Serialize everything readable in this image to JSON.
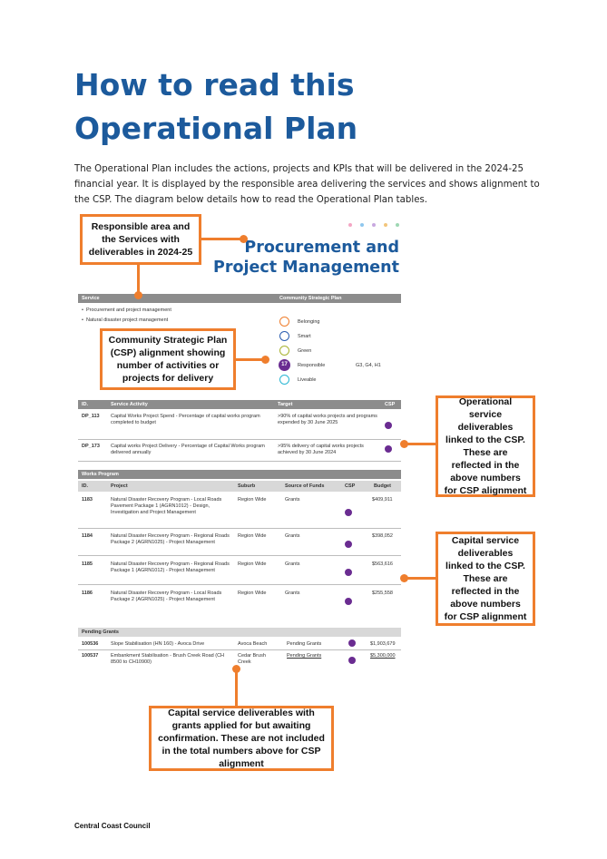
{
  "title": "How to read this Operational Plan",
  "intro": "The Operational Plan includes the actions, projects and KPIs that will be delivered in the 2024-25 financial year. It is displayed by the responsible area delivering the services and shows alignment to the CSP. The diagram below details how to read the Operational Plan tables.",
  "callouts": {
    "responsible": "Responsible area and the Services with deliverables in 2024-25",
    "csp": "Community Strategic Plan (CSP) alignment showing number of activities or projects for delivery",
    "operational": "Operational service deliverables linked to the CSP. These are reflected in the above numbers for CSP alignment",
    "capital": "Capital service deliverables linked to the CSP. These are reflected in the above numbers for CSP alignment",
    "pending": "Capital service deliverables with grants applied for but awaiting confirmation. These are not included in the total numbers above for CSP alignment"
  },
  "diagram": {
    "service_title": "Procurement and Project Management",
    "service_bar": {
      "service": "Service",
      "csp": "Community Strategic Plan"
    },
    "services": [
      "Procurement and project management",
      "Natural disaster project management"
    ],
    "csp_themes": [
      {
        "name": "Belonging",
        "color": "#ef7e2d",
        "count": ""
      },
      {
        "name": "Smart",
        "color": "#2a5db0",
        "count": ""
      },
      {
        "name": "Green",
        "color": "#a8b330",
        "count": ""
      },
      {
        "name": "Responsible",
        "color": "#6a2c91",
        "count": "17",
        "codes": "G3, G4, H1"
      },
      {
        "name": "Liveable",
        "color": "#29b6d3",
        "count": ""
      }
    ],
    "activity_bar": {
      "id": "ID.",
      "activity": "Service Activity",
      "target": "Target",
      "csp": "CSP"
    },
    "activities": [
      {
        "id": "DP_113",
        "activity": "Capital Works Project Spend - Percentage of capital works program completed to budget",
        "target": ">90% of capital works projects and programs expended by 30 June 2025"
      },
      {
        "id": "DP_173",
        "activity": "Capital works Project Delivery - Percentage of Capital Works program delivered annually",
        "target": ">95% delivery of capital works projects achieved by 30 June 2024"
      }
    ],
    "works_bar": "Works Program",
    "works_cols": {
      "id": "ID.",
      "project": "Project",
      "suburb": "Suburb",
      "source": "Source of Funds",
      "csp": "CSP",
      "budget": "Budget"
    },
    "works": [
      {
        "id": "1183",
        "project": "Natural Disaster Recovery Program - Local Roads Pavement Package 1 (AGRN1012) - Design, Investigation and Project Management",
        "suburb": "Region Wide",
        "source": "Grants",
        "budget": "$409,911"
      },
      {
        "id": "1184",
        "project": "Natural Disaster Recovery Program - Regional Roads Package 2 (AGRN1025) - Project Management",
        "suburb": "Region Wide",
        "source": "Grants",
        "budget": "$398,052"
      },
      {
        "id": "1185",
        "project": "Natural Disaster Recovery Program - Regional Roads Package 1 (AGRN1012) - Project Management",
        "suburb": "Region Wide",
        "source": "Grants",
        "budget": "$563,616"
      },
      {
        "id": "1186",
        "project": "Natural Disaster Recovery Program - Local Roads Package 2 (AGRN1025) - Project Management",
        "suburb": "Region Wide",
        "source": "Grants",
        "budget": "$255,558"
      }
    ],
    "pending_bar": "Pending Grants",
    "pending": [
      {
        "id": "100536",
        "project": "Slope Stabilisation (HN 160) - Avoca Drive",
        "suburb": "Avoca Beach",
        "source": "Pending Grants",
        "budget": "$1,903,679"
      },
      {
        "id": "100537",
        "project": "Embankment Stabilisation - Brush Creek Road (CH 8500 to CH10900)",
        "suburb": "Cedar Brush Creek",
        "source": "Pending Grants",
        "budget": "$5,300,000"
      }
    ]
  },
  "footer": "Central Coast Council"
}
